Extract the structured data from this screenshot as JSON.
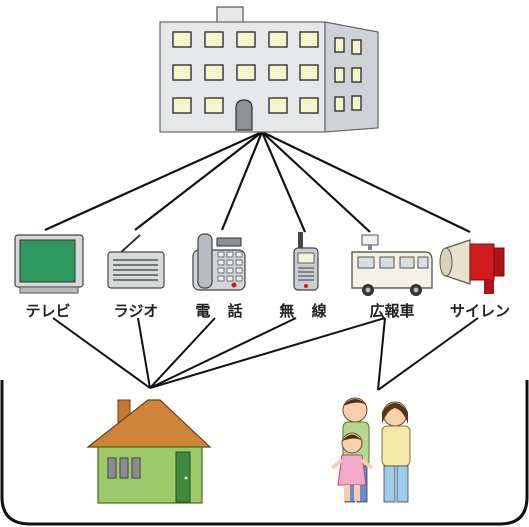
{
  "devices": [
    {
      "id": "tv",
      "label": "テレビ",
      "icon": "television-icon"
    },
    {
      "id": "radio",
      "label": "ラジオ",
      "icon": "radio-icon"
    },
    {
      "id": "phone",
      "label": "電 話",
      "icon": "telephone-icon"
    },
    {
      "id": "wireless",
      "label": "無 線",
      "icon": "walkie-talkie-icon"
    },
    {
      "id": "pa_car",
      "label": "広報車",
      "icon": "pa-van-icon"
    },
    {
      "id": "siren",
      "label": "サイレン",
      "icon": "siren-megaphone-icon"
    }
  ],
  "nodes": {
    "source": {
      "icon": "office-building-icon"
    },
    "home": {
      "icon": "house-icon"
    },
    "people": {
      "icon": "family-icon"
    }
  },
  "colors": {
    "building": "#e4e6e8",
    "window": "#f4f6c8",
    "tv_screen": "#2e9a5e",
    "house_wall": "#9cc96a",
    "house_roof": "#c8792e",
    "siren_red": "#d01c1c",
    "line": "#111111"
  }
}
